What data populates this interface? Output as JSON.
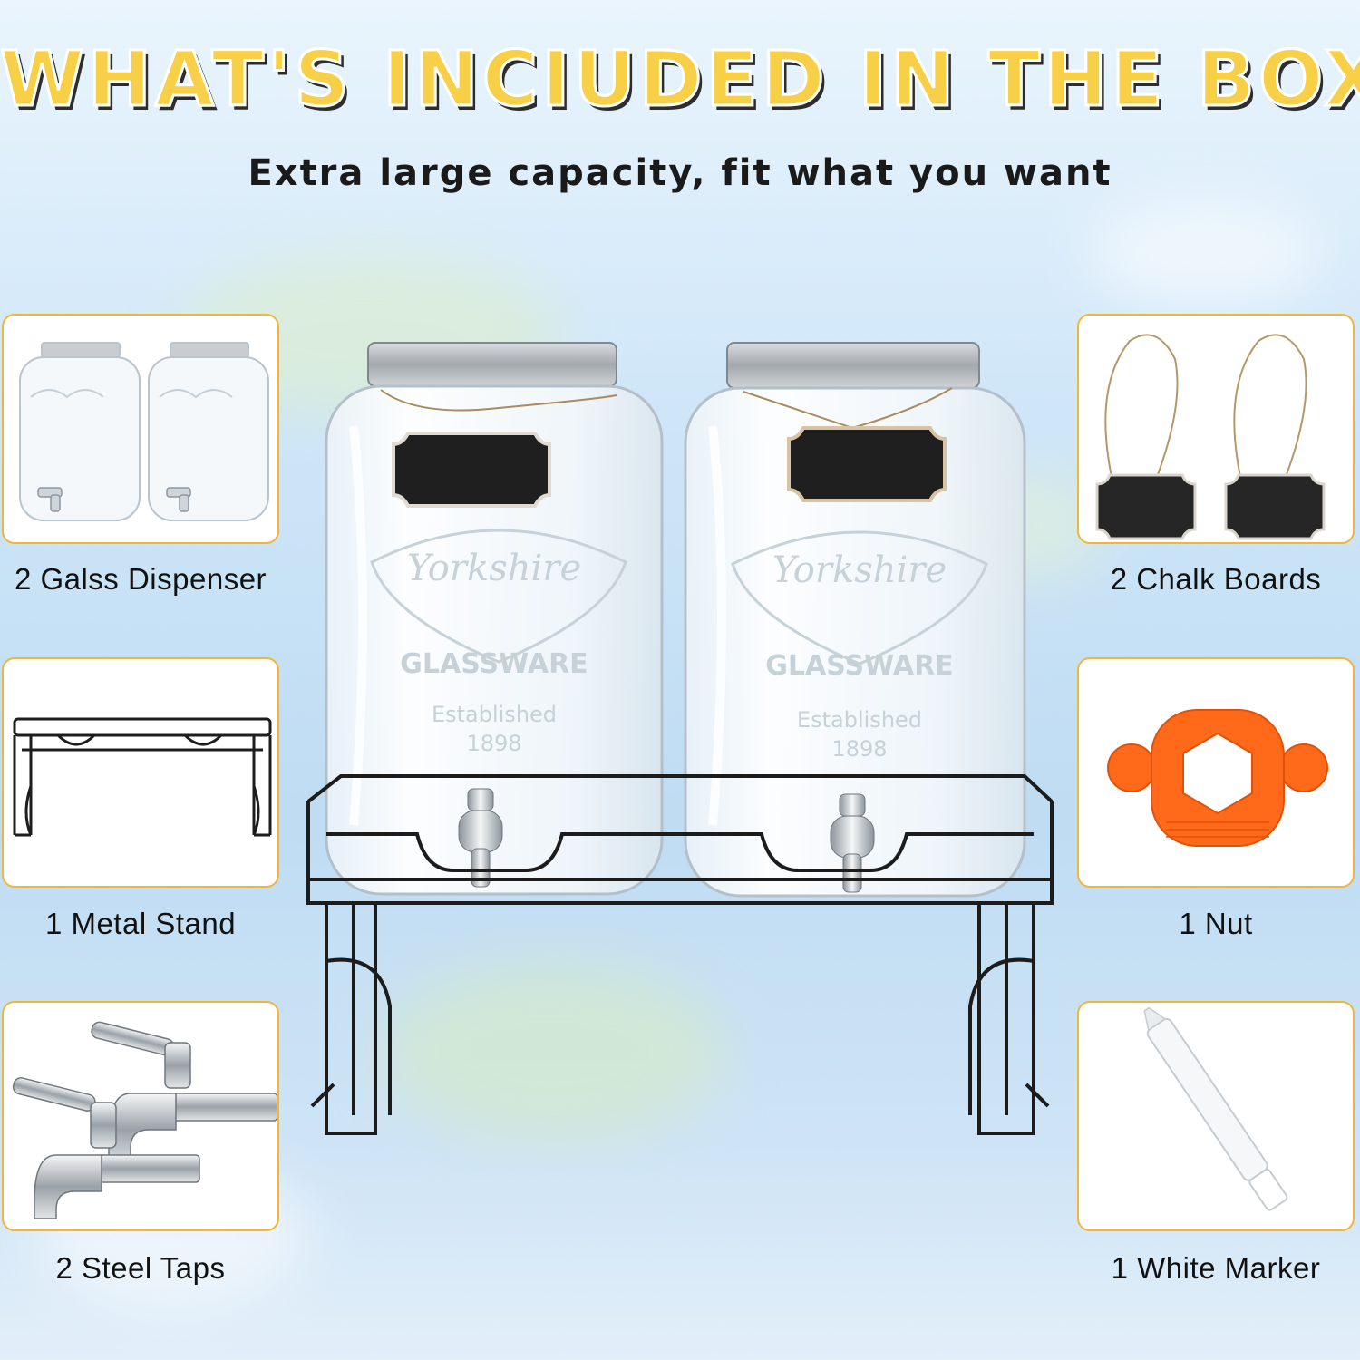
{
  "header": {
    "title": "WHAT'S INCIUDED IN THE BOX",
    "subtitle": "Extra large capacity, fit what you want"
  },
  "items": [
    {
      "label": "2 Galss Dispenser",
      "icon": "glass-dispenser-icon"
    },
    {
      "label": "1 Metal Stand",
      "icon": "metal-stand-icon"
    },
    {
      "label": "2 Steel Taps",
      "icon": "steel-tap-icon"
    },
    {
      "label": "2 Chalk Boards",
      "icon": "chalkboard-icon"
    },
    {
      "label": "1 Nut",
      "icon": "nut-icon"
    },
    {
      "label": "1 White Marker",
      "icon": "marker-icon"
    }
  ],
  "hero": {
    "jar_brand": "Yorkshire",
    "jar_text": "GLASSWARE",
    "jar_est": "Established",
    "jar_year": "1898"
  },
  "colors": {
    "title_yellow": "#f7d047",
    "card_border": "#f2b53a",
    "nut_orange": "#ff6a1a"
  }
}
